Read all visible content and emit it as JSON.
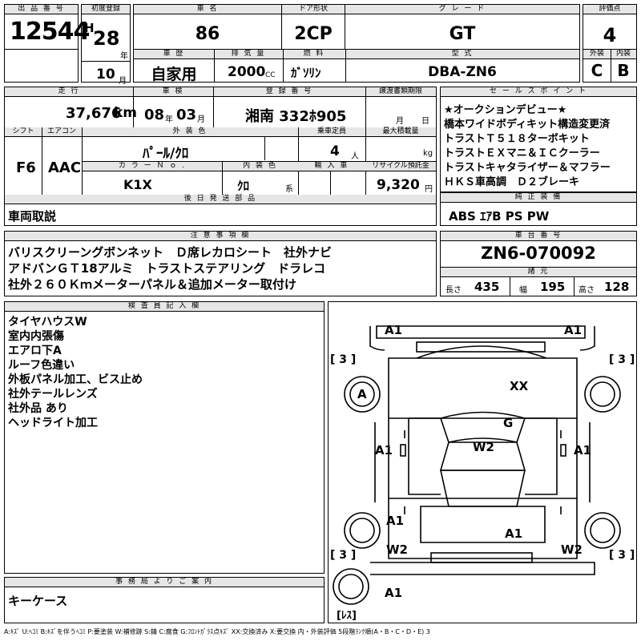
{
  "top": {
    "lot_label": "出 品 番 号",
    "lot_no": "12544",
    "first_reg_label": "初度登録",
    "era": "H",
    "year": "28",
    "year_unit": "年",
    "month": "10",
    "month_unit": "月",
    "car_name_label": "車 名",
    "car_name": "86",
    "door_label": "ドア形状",
    "door": "2CP",
    "grade_label": "グ レ ー ド",
    "grade": "GT",
    "score_label": "評価点",
    "score": "4",
    "history_label": "車 歴",
    "history": "自家用",
    "displacement_label": "排 気 量",
    "displacement": "2000",
    "displacement_unit": "CC",
    "fuel_label": "燃 料",
    "fuel": "ｶﾞｿﾘﾝ",
    "model_label": "型 式",
    "model": "DBA-ZN6",
    "exterior_label": "外装",
    "exterior": "C",
    "interior_label": "内装",
    "interior": "B"
  },
  "mid": {
    "mileage_label": "走 行",
    "mileage": "37,676",
    "mileage_unit": "km",
    "inspection_label": "車 検",
    "insp_year": "08",
    "insp_year_unit": "年",
    "insp_month": "03",
    "insp_month_unit": "月",
    "plate_label": "登 録 番 号",
    "plate": "湘南 332ﾎ905",
    "transfer_label": "譲渡書類期限",
    "transfer_month_unit": "月",
    "transfer_day_unit": "日",
    "shift_label": "シフト",
    "shift": "F6",
    "ac_label": "エアコン",
    "ac": "AAC",
    "color_label": "外 装 色",
    "color": "ﾊﾟｰﾙ/ｸﾛ",
    "capacity_label": "乗車定員",
    "capacity": "4",
    "capacity_unit": "人",
    "load_label": "最大積載量",
    "load_unit": "kg",
    "color_no_label": "カ ラ ー Ｎ ｏ .",
    "color_no": "K1X",
    "int_color_label": "内 装 色",
    "int_color": "ｸﾛ",
    "int_color_unit": "系",
    "import_label": "輸 入 車",
    "recycle_label": "リサイクル預託金",
    "recycle": "9,320",
    "recycle_unit": "円",
    "later_label": "後 日 発 送 部 品",
    "later": "車両取説"
  },
  "sales": {
    "label": "セ ー ル ス ポ イ ン ト",
    "lines": [
      "★オークションデビュー★",
      "橋本ワイドボディキット構造変更済",
      "トラストＴ５１８ターボキット",
      "トラストＥＸマニ＆ＩＣクーラー",
      "トラストキャタライザー＆マフラー",
      "ＨＫＳ車高調　Ｄ２ブレーキ"
    ],
    "equip_label": "純 正 装 備",
    "equip": "ABS ｴｱB PS PW"
  },
  "notes": {
    "label": "注 意 事 項 欄",
    "lines": [
      "バリスクリーングボンネット　Ｄ席レカロシート　社外ナビ",
      "アドバンＧＴ18アルミ　トラストステアリング　ドラレコ",
      "社外２６０Ｋｍメーターパネル＆追加メーター取付け"
    ]
  },
  "chassis": {
    "label": "車 台 番 号",
    "number": "ZN6-070092",
    "dims_label": "諸 元",
    "length_label": "長さ",
    "length": "435",
    "width_label": "幅",
    "width": "195",
    "height_label": "高さ",
    "height": "128"
  },
  "inspector": {
    "label": "検 査 員 記 入 欄",
    "lines": [
      "タイヤハウスW",
      "室内内張傷",
      "エアロ下A",
      "ルーフ色違い",
      "外板パネル加工、ビス止め",
      "社外テールレンズ",
      "社外品 あり",
      "ヘッドライト加工"
    ]
  },
  "office": {
    "label": "事 務 局 よ り ご 案 内",
    "text": "キーケース"
  },
  "diagram": {
    "front_left": "A1",
    "front_right": "A1",
    "tire_fl": "[ 3 ]",
    "tire_fr": "[ 3 ]",
    "wheel_fl": "A",
    "bonnet": "XX",
    "glass": "G",
    "door_left": "A1",
    "door_right": "A1",
    "roof": "W2",
    "rear_left": "A1",
    "trunk": "A1",
    "rear_left_w": "W2",
    "rear_right_w": "W2",
    "tire_rl": "[ 3 ]",
    "tire_rr": "[ 3 ]",
    "rear_bumper": "A1",
    "spare": "[ﾚｽ]"
  },
  "legend": "A:ｷｽﾞ U:ﾍｺﾐ B:ｷｽﾞを伴うﾍｺﾐ P:要塗装 W:補修跡 S:錆 C:腐食 G:ﾌﾛﾝﾄｶﾞﾗｽ点ｷｽﾞ XX:交換済み X:要交換 内・外装評価 5段階ﾗﾝｸ順(A・B・C・D・E) 3"
}
